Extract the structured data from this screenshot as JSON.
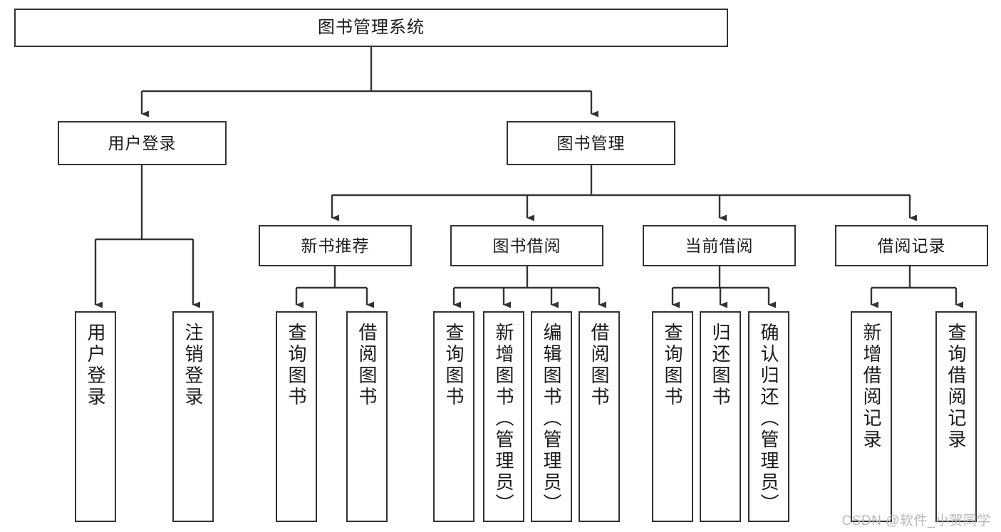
{
  "diagram": {
    "title": "图书管理系统",
    "type": "tree",
    "watermark": "CSDN @软件_小贺同学",
    "colors": {
      "background": "#ffffff",
      "box_border": "#333333",
      "box_fill": "#ffffff",
      "text": "#1a1a1a",
      "connector": "#333333",
      "watermark": "#b9b9b9"
    },
    "root": {
      "label": "图书管理系统"
    },
    "level2": [
      {
        "label": "用户登录"
      },
      {
        "label": "图书管理"
      }
    ],
    "level3": [
      {
        "label": "新书推荐"
      },
      {
        "label": "图书借阅"
      },
      {
        "label": "当前借阅"
      },
      {
        "label": "借阅记录"
      }
    ],
    "leaves": {
      "user_login": [
        {
          "label": "用户登录"
        },
        {
          "label": "注销登录"
        }
      ],
      "new_book_recommend": [
        {
          "label": "查询图书"
        },
        {
          "label": "借阅图书"
        }
      ],
      "book_borrow": [
        {
          "label": "查询图书"
        },
        {
          "label": "新增图书（管理员）"
        },
        {
          "label": "编辑图书（管理员）"
        },
        {
          "label": "借阅图书"
        }
      ],
      "current_borrow": [
        {
          "label": "查询图书"
        },
        {
          "label": "归还图书"
        },
        {
          "label": "确认归还（管理员）"
        }
      ],
      "borrow_record": [
        {
          "label": "新增借阅记录"
        },
        {
          "label": "查询借阅记录"
        }
      ]
    }
  }
}
